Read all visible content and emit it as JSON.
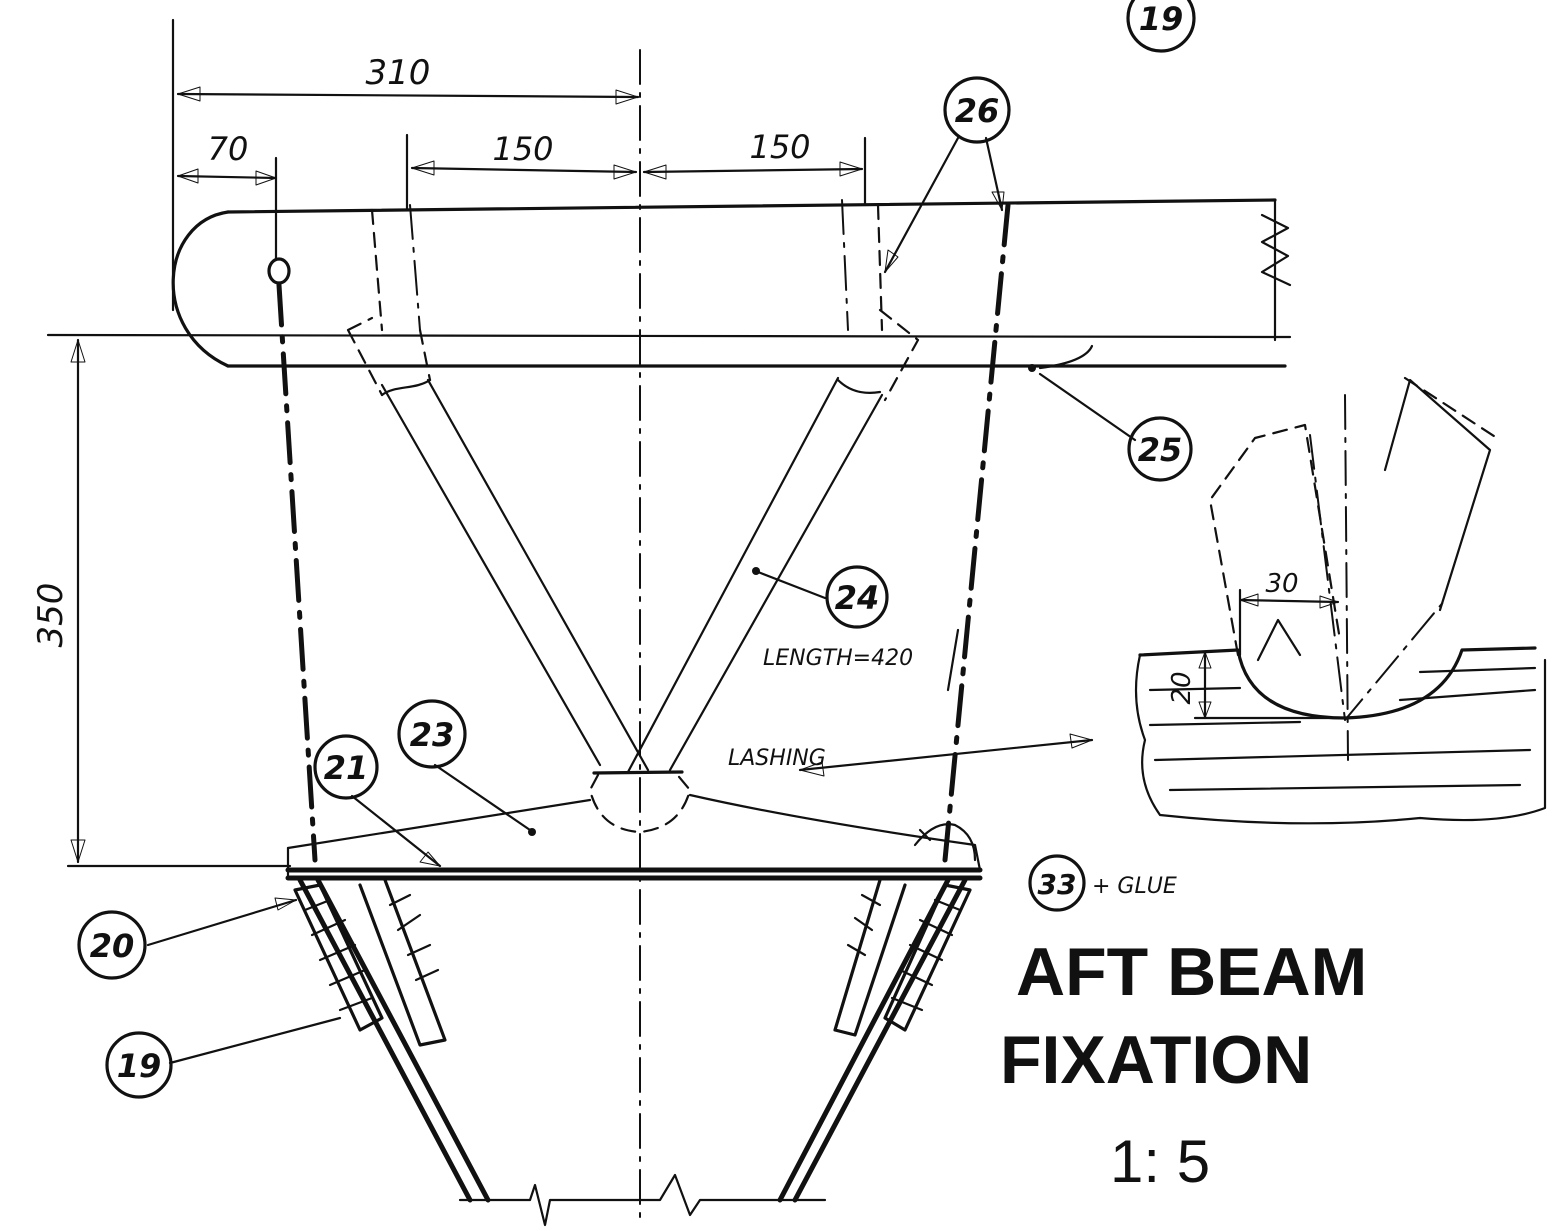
{
  "dimensions": {
    "d310": "310",
    "d70": "70",
    "d150_left": "150",
    "d150_right": "150",
    "d350": "350",
    "d30": "30",
    "d20": "20"
  },
  "callouts": {
    "c19_top": "19",
    "c26": "26",
    "c25": "25",
    "c24": "24",
    "c23": "23",
    "c21": "21",
    "c20": "20",
    "c19": "19",
    "c33": "33"
  },
  "notes": {
    "length": "LENGTH=420",
    "lashing": "LASHING",
    "glue": "+ GLUE"
  },
  "title": {
    "line1": "AFT BEAM",
    "line2": "FIXATION",
    "scale": "1: 5"
  }
}
